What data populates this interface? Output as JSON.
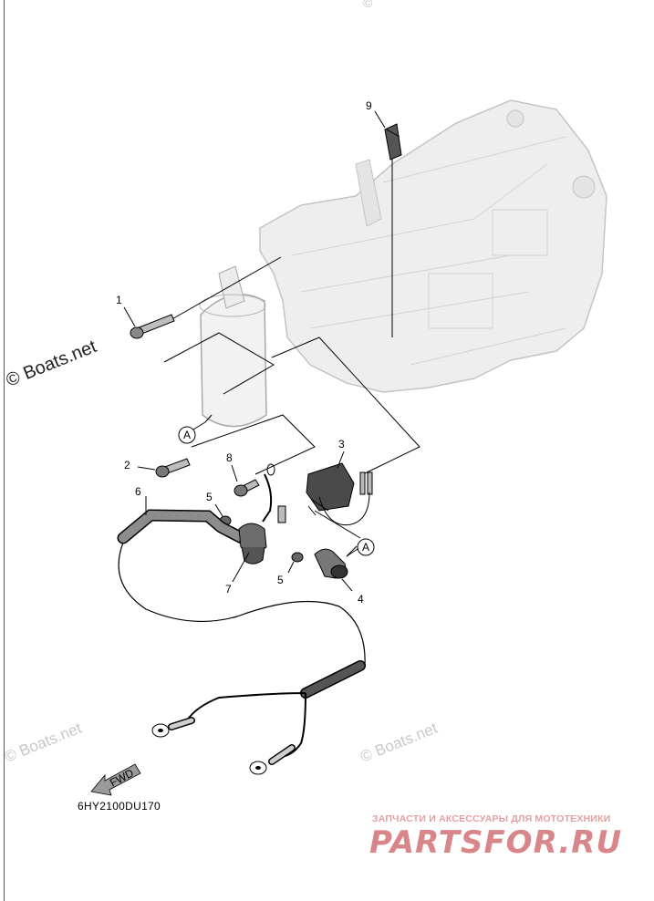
{
  "diagram": {
    "code": "6HY2100DU170",
    "fwd_label": "FWD",
    "callouts": [
      "1",
      "2",
      "3",
      "4",
      "5",
      "5",
      "6",
      "7",
      "8",
      "9"
    ],
    "reference_marks": [
      "A",
      "A"
    ]
  },
  "watermarks": {
    "main": "© Boats.net",
    "faint_left": "© Boats.net",
    "faint_right": "© Boats.net",
    "faint_top": "©"
  },
  "shop": {
    "tagline": "ЗАПЧАСТИ И АКСЕССУАРЫ ДЛЯ МОТОТЕХНИКИ",
    "logo": "PARTSFOR.RU",
    "logo_color": "#d8868a"
  },
  "colors": {
    "line": "#000000",
    "engine_fill": "#eeeeee",
    "engine_stroke": "#c4c4c4",
    "part_dark": "#555555"
  }
}
